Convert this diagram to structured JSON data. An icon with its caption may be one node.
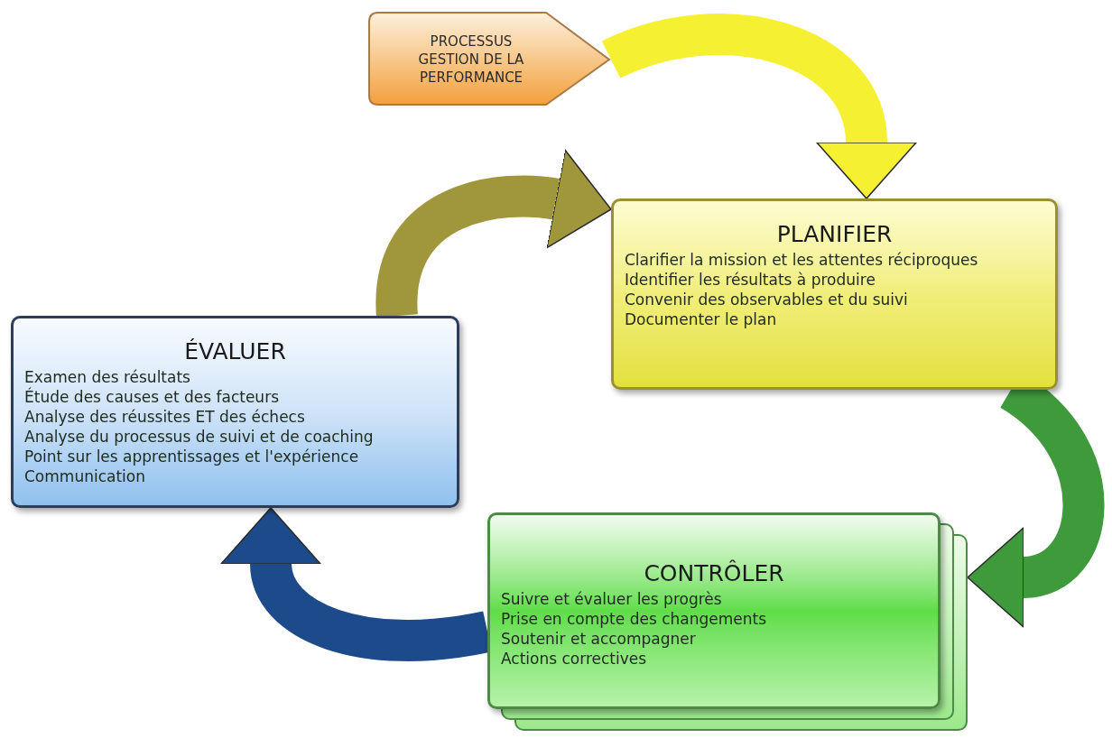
{
  "diagram": {
    "nodes": [
      {
        "text": [
          "PROCESSUS GESTION DE LA PERFORMANCE"
        ]
      },
      {
        "text": [
          "PLANIFIER",
          "Clarifier la mission et les attentes réciproques",
          "Identifier les résultats à produire",
          "Convenir des observables et du suivi",
          "Documenter le plan"
        ]
      },
      {
        "text": [
          "CONTRÔLER",
          "Suivre et évaluer les progrès",
          "Prise en compte des changements",
          "Soutenir et accompagner",
          "Actions correctives"
        ]
      },
      {
        "text": [
          "ÉVALUER",
          "Examen des résultats",
          "Étude des causes et des facteurs",
          "Analyse des réussites ET des échecs",
          "Analyse du processus de suivi et de coaching",
          "Point sur les apprentissages et l'expérience",
          "Communication"
        ]
      }
    ],
    "edges": [
      {
        "from": 0,
        "to": 1,
        "arrow": "to",
        "color": "#f5f032"
      },
      {
        "from": 1,
        "to": 2,
        "arrow": "to",
        "color": "#3f9a3c"
      },
      {
        "from": 2,
        "to": 3,
        "arrow": "to",
        "color": "#1d4a8a"
      },
      {
        "from": 3,
        "to": 1,
        "arrow": "to",
        "color": "#a0963c"
      }
    ]
  }
}
